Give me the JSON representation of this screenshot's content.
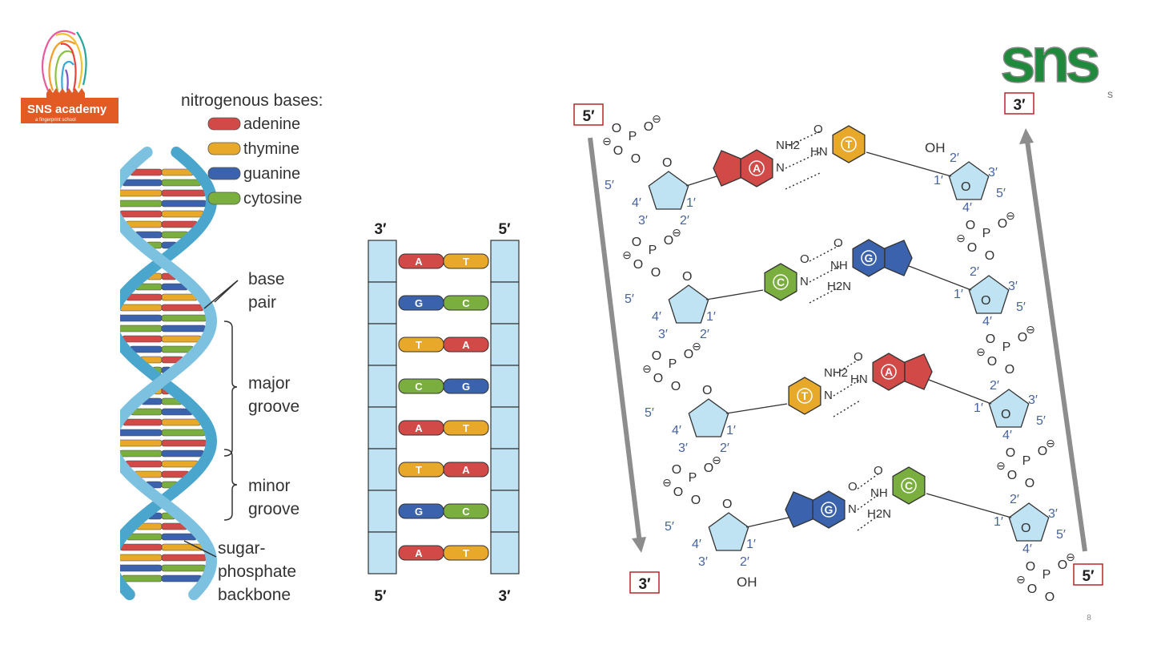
{
  "logos": {
    "left_text": "SNS academy",
    "left_tagline": "a fingerprint school",
    "right_text": "sns"
  },
  "colors": {
    "adenine": "#d24a48",
    "thymine": "#e8a92b",
    "guanine": "#3b63ad",
    "cytosine": "#7aaf3f",
    "backbone": "#bfe3f2",
    "backbone_stroke": "#2b7ea7",
    "label_blue": "#47639e",
    "logo_orange": "#e25a24"
  },
  "legend": {
    "title": "nitrogenous bases:",
    "items": [
      {
        "name": "adenine",
        "color": "#d24a48"
      },
      {
        "name": "thymine",
        "color": "#e8a92b"
      },
      {
        "name": "guanine",
        "color": "#3b63ad"
      },
      {
        "name": "cytosine",
        "color": "#7aaf3f"
      }
    ]
  },
  "helix_labels": {
    "base_pair": "base\npair",
    "major_groove": "major\ngroove",
    "minor_groove": "minor\ngroove",
    "backbone": "sugar-\nphosphate\nbackbone"
  },
  "ladder": {
    "top_left": "3′",
    "top_right": "5′",
    "bottom_left": "5′",
    "bottom_right": "3′",
    "pairs": [
      [
        "A",
        "T"
      ],
      [
        "G",
        "C"
      ],
      [
        "T",
        "A"
      ],
      [
        "C",
        "G"
      ],
      [
        "A",
        "T"
      ],
      [
        "T",
        "A"
      ],
      [
        "G",
        "C"
      ],
      [
        "A",
        "T"
      ]
    ]
  },
  "chem": {
    "left_top": "5′",
    "left_bottom": "3′",
    "right_top": "3′",
    "right_bottom": "5′",
    "rows": [
      {
        "left": "A",
        "right": "T"
      },
      {
        "left": "C",
        "right": "G"
      },
      {
        "left": "T",
        "right": "A"
      },
      {
        "left": "G",
        "right": "C"
      }
    ],
    "atoms": {
      "nh2": "NH2",
      "h2n": "H2N",
      "hn": "HN",
      "nh": "NH",
      "o": "O",
      "n": "N",
      "p": "P",
      "oh": "OH",
      "minus": "⊖"
    },
    "carbons": [
      "1′",
      "2′",
      "3′",
      "4′",
      "5′"
    ]
  },
  "page_number": "8"
}
